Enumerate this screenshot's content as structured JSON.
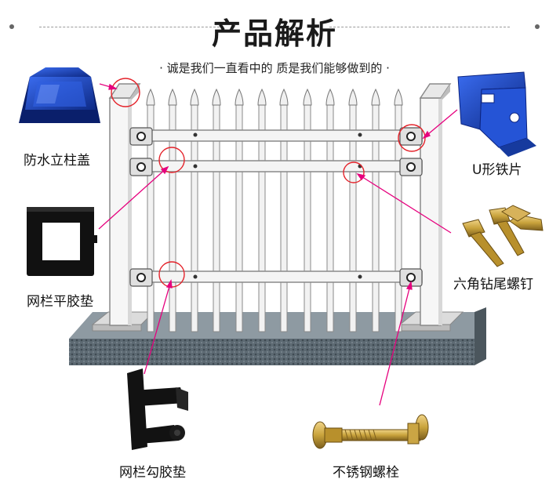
{
  "title": "产品解析",
  "subtitle": "· 诚是我们一直看中的 质是我们能够做到的 ·",
  "parts": {
    "cap": "防水立柱盖",
    "u_bracket": "U形铁片",
    "flat_gasket": "网栏平胶垫",
    "screw": "六角钻尾螺钉",
    "hook_gasket": "网栏勾胶垫",
    "bolt": "不锈钢螺栓"
  },
  "colors": {
    "accent_line": "#e6007e",
    "callout_circle": "#e4222a",
    "blue_part": "#1f4fc8",
    "black_part": "#111111",
    "fence": "#f4f4f4",
    "gold_metal": "#c9a33c"
  }
}
